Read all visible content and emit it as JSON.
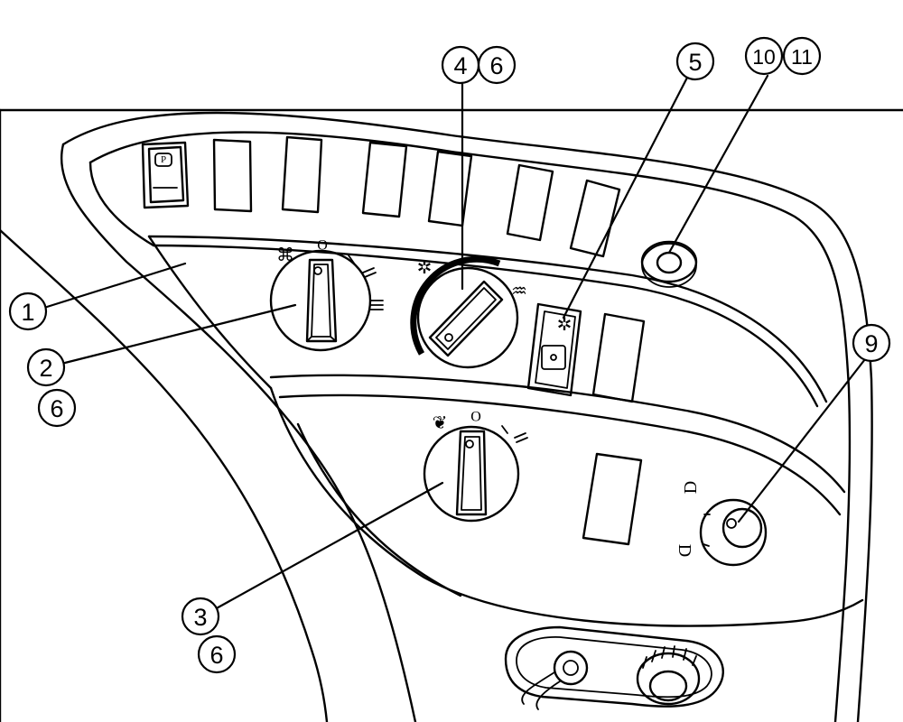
{
  "callouts": {
    "c1": "1",
    "c2": "2",
    "c3": "3",
    "c4": "4",
    "c5": "5",
    "c6a": "6",
    "c6b": "6",
    "c6c": "6",
    "c9": "9",
    "c10": "10",
    "c11": "11"
  },
  "glyphs": {
    "fan_symbol": "⌘",
    "heat_symbol": "♒",
    "sun_symbol": "✲",
    "wiper_symbol": "❦",
    "zero_mark": "O",
    "mirror_d_top": "D",
    "mirror_d_bottom": "D",
    "switch_label_p": "P"
  },
  "colors": {
    "stroke": "#000000",
    "background": "#ffffff"
  }
}
